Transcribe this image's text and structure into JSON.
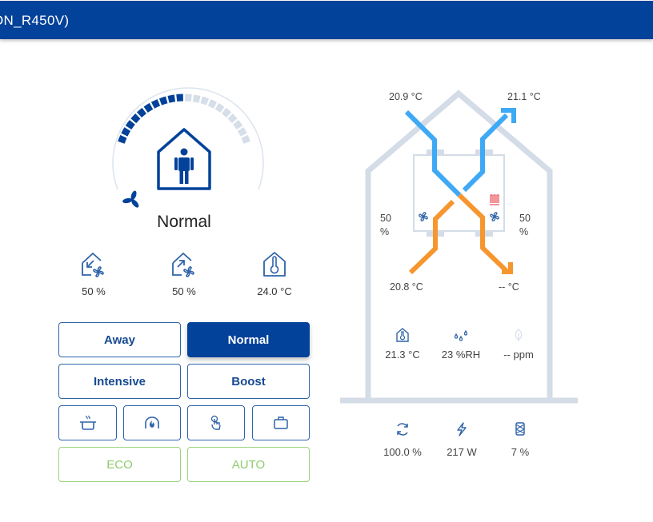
{
  "header": {
    "title": "ON_R450V)",
    "background_color": "#03429a"
  },
  "gauge": {
    "total_segments": 20,
    "filled_segments": 10,
    "filled_color": "#03429a",
    "empty_color": "#d5dee9",
    "fan_icon": "fan-icon",
    "center_icon": "house-person-icon",
    "mode_label": "Normal"
  },
  "stats": [
    {
      "icon": "supply-fan-house-icon",
      "value": "50 %"
    },
    {
      "icon": "extract-fan-house-icon",
      "value": "50 %"
    },
    {
      "icon": "indoor-temperature-icon",
      "value": "24.0 °C"
    }
  ],
  "modes": {
    "away": "Away",
    "normal": "Normal",
    "intensive": "Intensive",
    "boost": "Boost",
    "active": "normal",
    "icon_buttons": [
      {
        "icon": "cooker-hood-icon"
      },
      {
        "icon": "fireplace-icon"
      },
      {
        "icon": "manual-touch-icon"
      },
      {
        "icon": "holiday-suitcase-icon"
      }
    ],
    "eco": "ECO",
    "auto": "AUTO"
  },
  "diagram": {
    "outdoor_air_temp": "20.9 °C",
    "exhaust_air_temp": "21.1 °C",
    "supply_air_temp": "20.8 °C",
    "extract_air_temp": "-- °C",
    "supply_fan_value": "50",
    "supply_fan_unit": "%",
    "extract_fan_value": "50",
    "extract_fan_unit": "%",
    "cold_color": "#3ea9f5",
    "warm_color": "#f6962e",
    "heater_color": "#e8505b",
    "house_color": "#d3dce7"
  },
  "sensors": [
    {
      "icon": "room-temperature-icon",
      "value": "21.3 °C"
    },
    {
      "icon": "humidity-icon",
      "value": "23 %RH"
    },
    {
      "icon": "co2-leaf-icon",
      "value": "-- ppm"
    }
  ],
  "bottom_stats": [
    {
      "icon": "heat-exchanger-rotation-icon",
      "value": "100.0 %"
    },
    {
      "icon": "power-icon",
      "value": "217 W"
    },
    {
      "icon": "filter-icon",
      "value": "7 %"
    }
  ]
}
